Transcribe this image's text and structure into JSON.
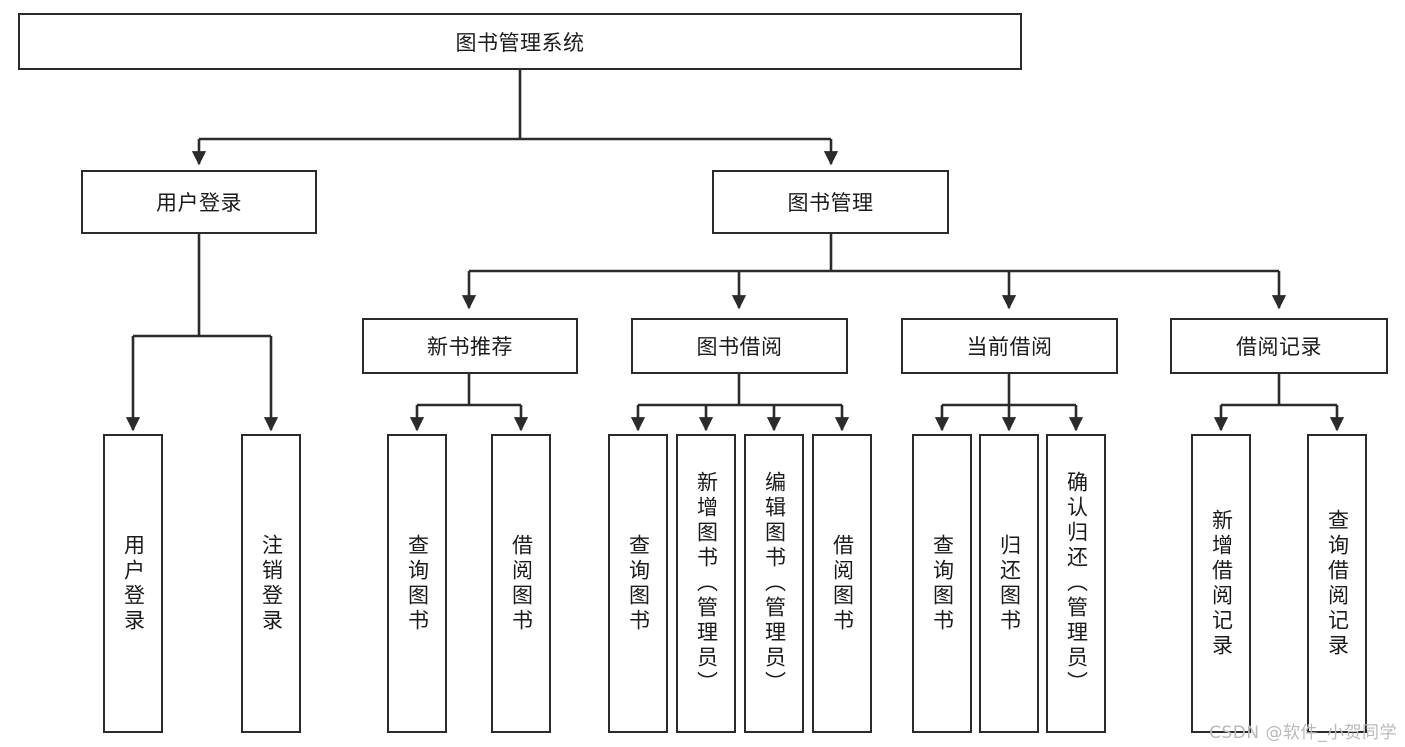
{
  "diagram": {
    "title": "图书管理系统",
    "type": "tree",
    "nodes": {
      "root": {
        "label": "图书管理系统"
      },
      "level2": [
        {
          "id": "user-login",
          "label": "用户登录"
        },
        {
          "id": "book-manage",
          "label": "图书管理"
        }
      ],
      "level3": [
        {
          "id": "new-book-recommend",
          "label": "新书推荐"
        },
        {
          "id": "book-borrow",
          "label": "图书借阅"
        },
        {
          "id": "current-borrow",
          "label": "当前借阅"
        },
        {
          "id": "borrow-record",
          "label": "借阅记录"
        }
      ],
      "leaves": {
        "user_login": [
          {
            "id": "leaf-user-login",
            "label": "用户登录"
          },
          {
            "id": "leaf-logout",
            "label": "注销登录"
          }
        ],
        "new_book_recommend": [
          {
            "id": "leaf-query-book-1",
            "label": "查询图书"
          },
          {
            "id": "leaf-borrow-book-1",
            "label": "借阅图书"
          }
        ],
        "book_borrow": [
          {
            "id": "leaf-query-book-2",
            "label": "查询图书"
          },
          {
            "id": "leaf-add-book",
            "label": "新增图书（管理员）"
          },
          {
            "id": "leaf-edit-book",
            "label": "编辑图书（管理员）"
          },
          {
            "id": "leaf-borrow-book-2",
            "label": "借阅图书"
          }
        ],
        "current_borrow": [
          {
            "id": "leaf-query-book-3",
            "label": "查询图书"
          },
          {
            "id": "leaf-return-book",
            "label": "归还图书"
          },
          {
            "id": "leaf-confirm-return",
            "label": "确认归还（管理员）"
          }
        ],
        "borrow_record": [
          {
            "id": "leaf-add-record",
            "label": "新增借阅记录"
          },
          {
            "id": "leaf-query-record",
            "label": "查询借阅记录"
          }
        ]
      }
    },
    "colors": {
      "stroke": "#2b2b2b",
      "fill": "#ffffff",
      "text": "#1b1b1b",
      "watermark": "#b9b9b9"
    }
  },
  "watermark": {
    "text": "CSDN @软件_小贺同学"
  }
}
